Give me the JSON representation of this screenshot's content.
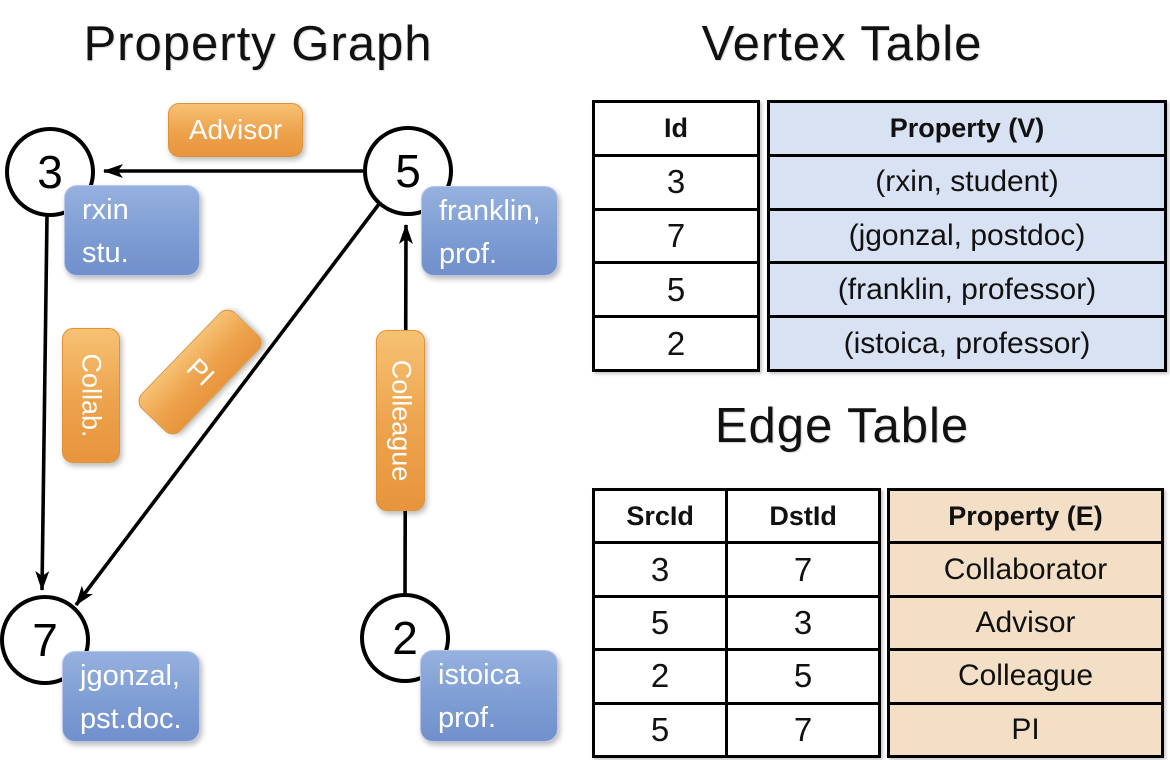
{
  "graph": {
    "title": "Property Graph",
    "nodes": [
      {
        "id": "3",
        "prop1": "rxin",
        "prop2": "stu."
      },
      {
        "id": "5",
        "prop1": "franklin,",
        "prop2": "prof."
      },
      {
        "id": "7",
        "prop1": "jgonzal,",
        "prop2": "pst.doc."
      },
      {
        "id": "2",
        "prop1": "istoica",
        "prop2": "prof."
      }
    ],
    "edge_labels": {
      "advisor": "Advisor",
      "collab": "Collab.",
      "pi": "PI",
      "colleague": "Colleague"
    }
  },
  "vertex_table": {
    "title": "Vertex Table",
    "headers": {
      "id": "Id",
      "property": "Property (V)"
    },
    "rows": [
      {
        "id": "3",
        "property": "(rxin, student)"
      },
      {
        "id": "7",
        "property": "(jgonzal, postdoc)"
      },
      {
        "id": "5",
        "property": "(franklin, professor)"
      },
      {
        "id": "2",
        "property": "(istoica, professor)"
      }
    ]
  },
  "edge_table": {
    "title": "Edge Table",
    "headers": {
      "src": "SrcId",
      "dst": "DstId",
      "property": "Property (E)"
    },
    "rows": [
      {
        "src": "3",
        "dst": "7",
        "property": "Collaborator"
      },
      {
        "src": "5",
        "dst": "3",
        "property": "Advisor"
      },
      {
        "src": "2",
        "dst": "5",
        "property": "Colleague"
      },
      {
        "src": "5",
        "dst": "7",
        "property": "PI"
      }
    ]
  },
  "colors": {
    "edge_label_orange_top": "#f6c173",
    "edge_label_orange_bottom": "#e8953c",
    "vertex_prop_blue_top": "#96b1de",
    "vertex_prop_blue_bottom": "#7190cc",
    "vertex_table_fill": "#d9e2f3",
    "edge_table_fill": "#f3dfc6",
    "line_black": "#000000"
  }
}
